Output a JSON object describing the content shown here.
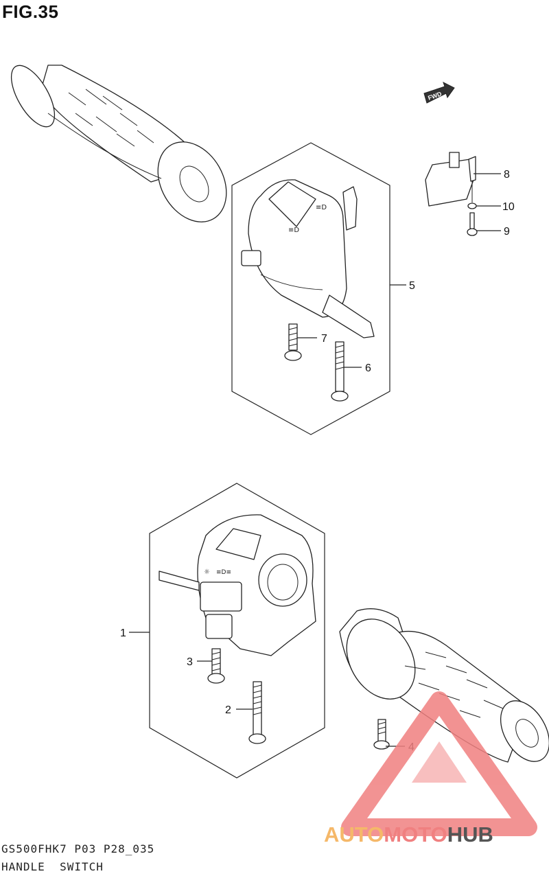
{
  "figure": {
    "title": "FIG.35"
  },
  "fwd_arrow": {
    "label": "FWD"
  },
  "callouts": {
    "c1": "1",
    "c2": "2",
    "c3": "3",
    "c4": "4",
    "c5": "5",
    "c6": "6",
    "c7": "7",
    "c8": "8",
    "c9": "9",
    "c10": "10"
  },
  "footer": {
    "code": "GS500FHK7 P03 P28_035",
    "name": "HANDLE  SWITCH"
  },
  "watermark": {
    "text_auto": "AUTO",
    "text_moto": "MOTO",
    "text_hub": "HUB",
    "colors": {
      "auto": "#f5b869",
      "moto": "#f08080",
      "hub": "#555555",
      "logo": "#f08080"
    }
  }
}
